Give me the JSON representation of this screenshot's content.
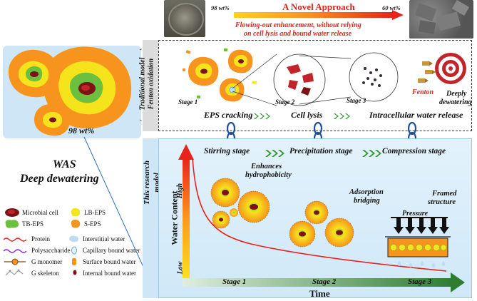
{
  "header": {
    "left_label": "98 wt%",
    "title": "A Novel Approach",
    "right_label": "60 wt%",
    "subtitle_line1": "Flowing-out enhancement, without relying",
    "subtitle_line2": "on cell lysis and bound water release"
  },
  "was": {
    "percent": "98 wt%",
    "title_line1": "WAS",
    "title_line2": "Deep dewatering"
  },
  "traditional": {
    "side_label_line1": "Traditional model",
    "side_label_line2": "Fenton oxidation",
    "stage1": "Stage 1",
    "stage2": "Stage 2",
    "stage3": "Stage 3",
    "step1": "EPS cracking",
    "step2": "Cell lysis",
    "step3": "Intracellular water release",
    "fenton": "Fenton",
    "target_line1": "Deeply",
    "target_line2": "dewatering"
  },
  "research": {
    "side_label_line1": "This research",
    "side_label_line2": "model",
    "step1": "Stirring stage",
    "step2": "Precipitation stage",
    "step3": "Compression stage",
    "enhances_line1": "Enhances",
    "enhances_line2": "hydrophobicity",
    "adsorption_line1": "Adsorption",
    "adsorption_line2": "bridging",
    "framed_line1": "Framed",
    "framed_line2": "structure",
    "pressure": "Pressure",
    "y_axis": "Water Content",
    "high": "High",
    "low": "Low",
    "x_axis": "Time",
    "stage1": "Stage 1",
    "stage2": "Stage 2",
    "stage3": "Stage 3"
  },
  "legend": {
    "microbial_cell": "Microbial cell",
    "lb_eps": "LB-EPS",
    "tb_eps": "TB-EPS",
    "s_eps": "S-EPS",
    "protein": "Protein",
    "polysaccharide": "Polysaccharide",
    "g_monomer": "G monomer",
    "g_skeleton": "G skeleton",
    "interstitial_water": "Interstitial water",
    "capillary_water": "Capillary bound water",
    "surface_water": "Surface bound water",
    "internal_water": "Internal bound water"
  },
  "colors": {
    "accent_red": "#e8231a",
    "eps_orange": "#f7941d",
    "eps_yellow": "#f5e31b",
    "tb_green": "#6cbf3f",
    "cell_dark": "#7a1416",
    "panel_blue": "#dbeefa",
    "arrow_green": "#3a9a3a"
  }
}
